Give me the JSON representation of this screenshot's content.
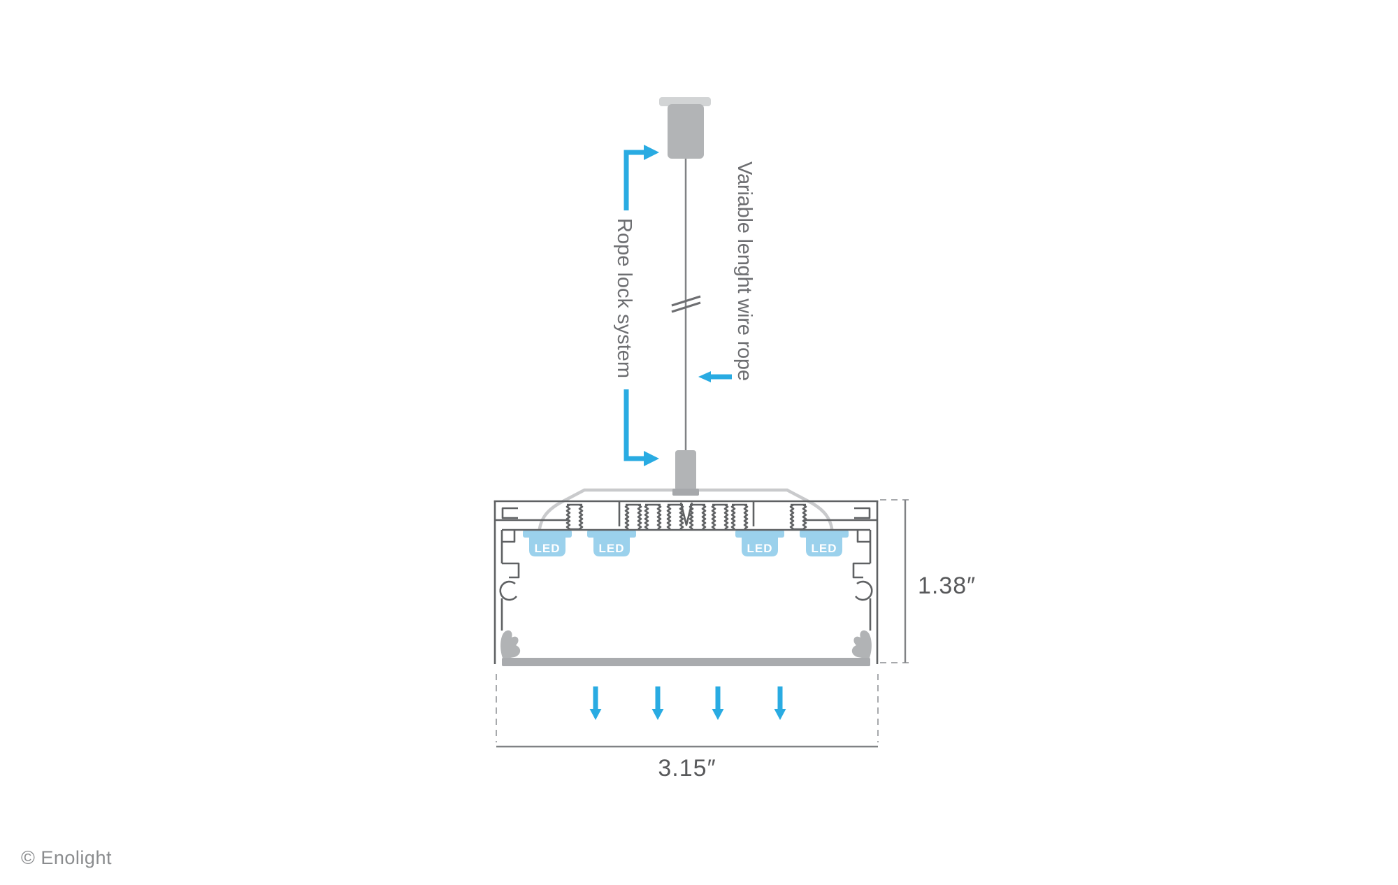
{
  "diagram": {
    "labels": {
      "rope_lock_system": "Rope lock system",
      "variable_wire_rope": "Variable lenght wire rope"
    },
    "dimensions": {
      "profile_height": "1.38″",
      "profile_width": "3.15″"
    },
    "led_modules": [
      {
        "label": "LED"
      },
      {
        "label": "LED"
      },
      {
        "label": "LED"
      },
      {
        "label": "LED"
      }
    ],
    "colors": {
      "accent_blue": "#29ABE2",
      "led_fill_blue": "#9BD1EC",
      "outline_gray": "#5F6163",
      "label_gray": "#6D6E71",
      "dimension_text_gray": "#58595B",
      "bracket_light_gray": "#C9CACC",
      "metal_gray": "#B2B4B6",
      "canopy_cap_gray": "#D2D4D5",
      "gripper_foot_gray": "#A6A8AB",
      "diffuser_gray": "#A9ABAE",
      "corner_clip_gray": "#B1B3B5",
      "wire_gray": "#808285",
      "dashed_line_gray": "#A7A9AC"
    },
    "footer": {
      "copyright": "© Enolight"
    }
  }
}
